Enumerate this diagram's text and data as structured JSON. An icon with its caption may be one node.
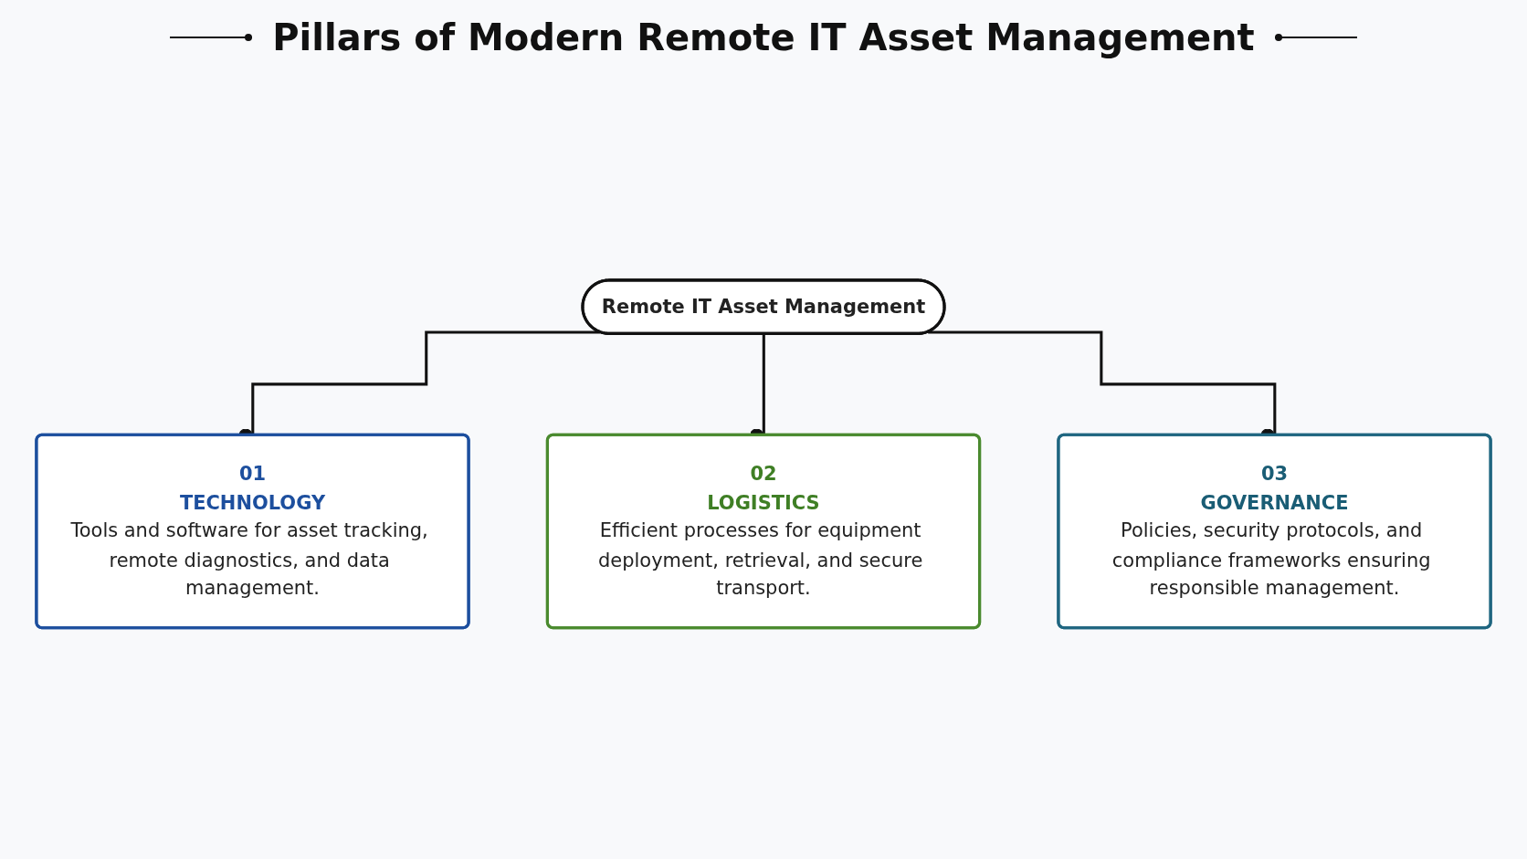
{
  "diagram": {
    "title": "Pillars of Modern Remote IT Asset Management",
    "nodes": [
      {
        "text": [
          "Remote IT Asset Management"
        ]
      },
      {
        "text": [
          "01",
          "TECHNOLOGY",
          "Tools and software for asset tracking, remote diagnostics, and data management."
        ]
      },
      {
        "text": [
          "02",
          "LOGISTICS",
          "Efficient processes for equipment deployment, retrieval, and secure transport."
        ]
      },
      {
        "text": [
          "03",
          "GOVERNANCE",
          "Policies, security protocols, and compliance frameworks ensuring responsible management."
        ]
      }
    ],
    "edges": [
      {
        "from": 0,
        "to": 1,
        "arrow": "other"
      },
      {
        "from": 0,
        "to": 2,
        "arrow": "other"
      },
      {
        "from": 0,
        "to": 3,
        "arrow": "other"
      }
    ]
  }
}
